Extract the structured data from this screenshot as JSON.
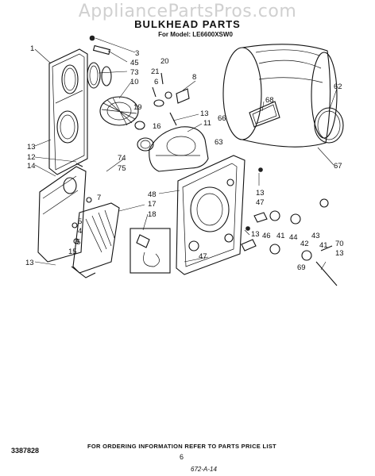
{
  "watermark": "AppliancePartsPros.com",
  "title": "BULKHEAD PARTS",
  "subtitle": "For Model: LE6600XSW0",
  "footer": {
    "doc_number": "3387828",
    "order_info": "FOR ORDERING INFORMATION REFER TO PARTS PRICE LIST",
    "page": "6",
    "ref_code": "672-A-14"
  },
  "callouts": [
    "1",
    "3",
    "45",
    "73",
    "10",
    "20",
    "21",
    "6",
    "8",
    "19",
    "16",
    "13",
    "11",
    "62",
    "68",
    "66",
    "63",
    "67",
    "13",
    "12",
    "14",
    "74",
    "75",
    "48",
    "17",
    "18",
    "7",
    "5",
    "4",
    "15",
    "5",
    "13",
    "13",
    "47",
    "41",
    "46",
    "44",
    "43",
    "42",
    "41",
    "13",
    "47",
    "69",
    "70",
    "13"
  ]
}
